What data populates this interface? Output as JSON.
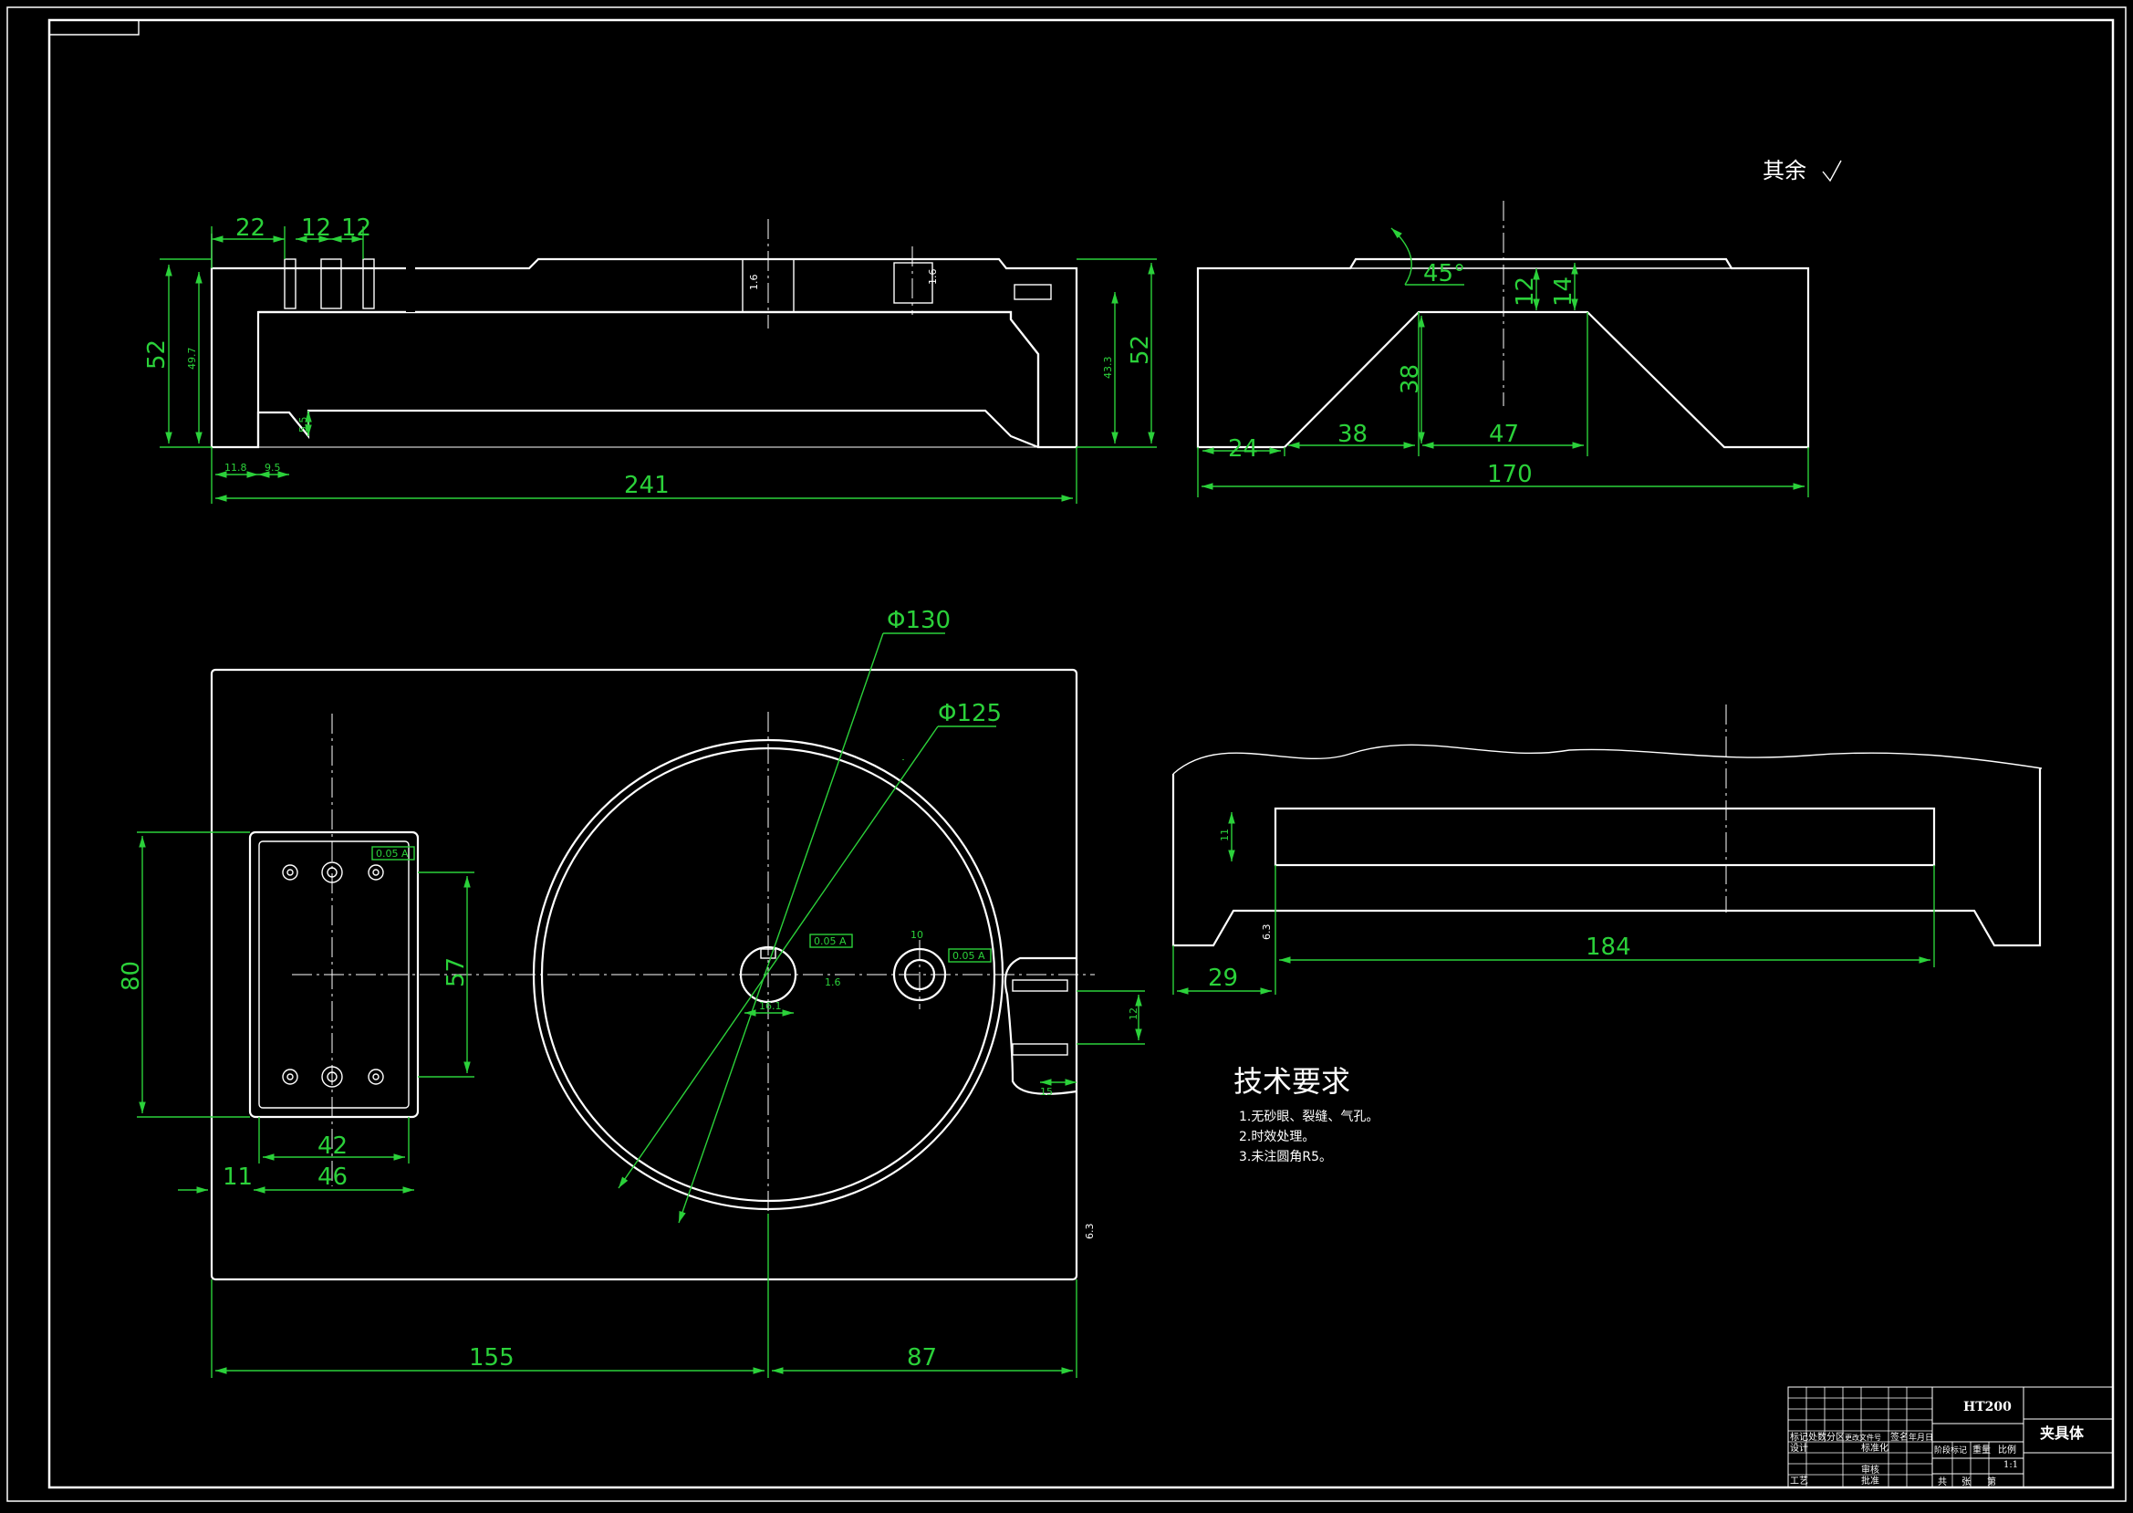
{
  "drawing": {
    "surface_note": "其余",
    "tech_req": {
      "title": "技术要求",
      "items": [
        "1.无砂眼、裂缝、气孔。",
        "2.时效处理。",
        "3.未注圆角R5。"
      ]
    },
    "title_block": {
      "material": "HT200",
      "part_name": "夹具体",
      "scale": "1:1",
      "labels": {
        "mark": "标记",
        "count": "处数",
        "zone": "分区",
        "doc_no": "更改文件号",
        "sign": "签名",
        "date": "年月日",
        "design": "设计",
        "standard": "标准化",
        "review": "审核",
        "craft": "工艺",
        "approve": "批准",
        "stage": "阶段标记",
        "weight": "重量",
        "ratio": "比例",
        "total": "共",
        "sheet": "张",
        "no": "第"
      }
    },
    "dims_front": {
      "d22": "22",
      "d12a": "12",
      "d12b": "12",
      "h52l": "52",
      "h52r": "52",
      "w241": "241",
      "s497": "49.7",
      "s433": "43.3",
      "s118": "11.8",
      "s95": "9.5",
      "s55": "5.5",
      "sr": "1.6",
      "sr2": "1.6"
    },
    "dims_side": {
      "a45": "45°",
      "h12": "12",
      "h14": "14",
      "h38": "38",
      "w24": "24",
      "w38": "38",
      "w47": "47",
      "w170": "170"
    },
    "dims_plan": {
      "dia130": "Φ130",
      "dia125": "Φ125",
      "h80": "80",
      "h57": "57",
      "w42": "42",
      "w46": "46",
      "w11": "11",
      "w155": "155",
      "w87": "87",
      "r63": "6.3",
      "tol1": "0.05 A",
      "tol2": "0.05 A",
      "tol3": "0.05 A",
      "d161": "16.1",
      "d10": "10",
      "s16": "1.6",
      "s15": "15",
      "s12": "12"
    },
    "dims_section": {
      "w184": "184",
      "w29": "29",
      "s11": "11",
      "s63": "6.3"
    }
  }
}
